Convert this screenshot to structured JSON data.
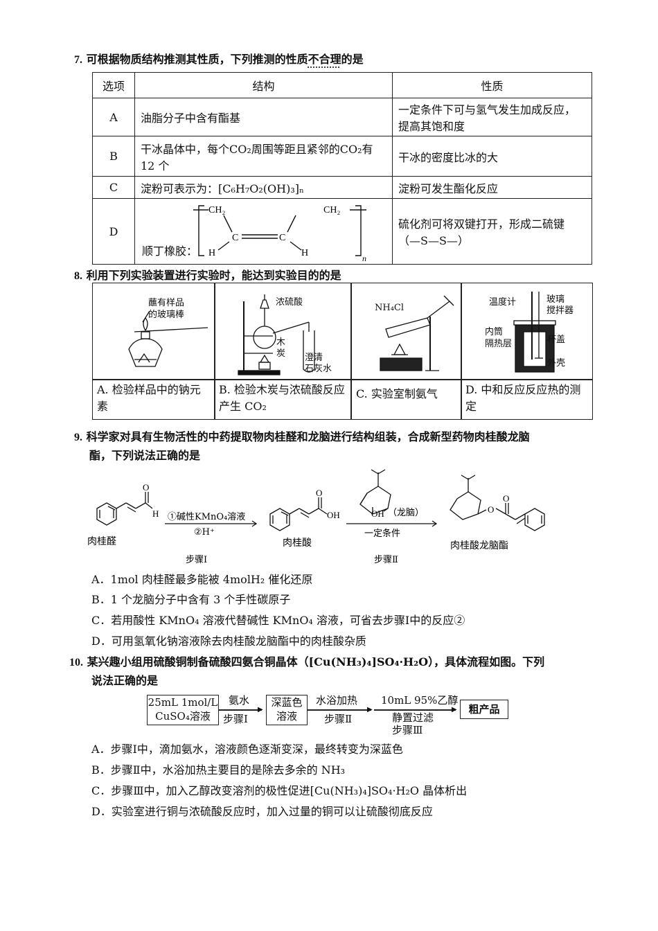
{
  "q7": {
    "num": "7.",
    "stem_a": "可根据物质结构推测其性质，下列推测的性质",
    "stem_emph": "不合理",
    "stem_b": "的是",
    "headers": [
      "选项",
      "结构",
      "性质"
    ],
    "rows": [
      {
        "opt": "A",
        "structure": "油脂分子中含有酯基",
        "property": "一定条件下可与氢气发生加成反应，提高其饱和度"
      },
      {
        "opt": "B",
        "structure": "干冰晶体中，每个CO₂周围等距且紧邻的CO₂有 12 个",
        "property": "干冰的密度比冰的大"
      },
      {
        "opt": "C",
        "structure": "淀粉可表示为：[C₆H₇O₂(OH)₃]ₙ",
        "property": "淀粉可发生酯化反应"
      },
      {
        "opt": "D",
        "structure": "顺丁橡胶：",
        "property": "硫化剂可将双键打开，形成二硫键（—S—S—）"
      }
    ],
    "d_formula": {
      "ch2_left": "CH₂",
      "ch2_right": "CH₂",
      "h_left": "H",
      "h_right": "H",
      "c": "C",
      "sub_n": "n"
    }
  },
  "q8": {
    "num": "8.",
    "stem": "利用下列实验装置进行实验时，能达到实验目的的是",
    "panels": [
      {
        "labels": [
          "蘸有样品",
          "的玻璃棒"
        ],
        "caption": "A. 检验样品中的钠元素"
      },
      {
        "labels": [
          "浓硫酸",
          "木",
          "炭",
          "澄清",
          "石灰水"
        ],
        "caption": "B. 检验木炭与浓硫酸反应产生 CO₂"
      },
      {
        "labels": [
          "NH₄Cl"
        ],
        "caption": "C. 实验室制氨气"
      },
      {
        "labels": [
          "温度计",
          "玻璃",
          "搅拌器",
          "内筒",
          "隔热层",
          "杯盖",
          "外壳"
        ],
        "caption": "D. 中和反应反应热的测定"
      }
    ]
  },
  "q9": {
    "num": "9.",
    "stem_1": "科学家对具有生物活性的中药提取物肉桂醛和龙脑进行结构组装，合成新型药物肉桂酸龙脑",
    "stem_2": "酯，下列说法正确的是",
    "scheme": {
      "cmpd1": "肉桂醛",
      "cmpd2": "肉桂酸",
      "cmpd3": "肉桂酸龙脑酯",
      "reagent1": "①碱性KMnO₄溶液",
      "reagent2": "②H⁺",
      "step1": "步骤Ⅰ",
      "step2": "步骤Ⅱ",
      "borneol": "（龙脑）",
      "condition": "一定条件",
      "atom_h": "H",
      "atom_o": "O",
      "atom_oh": "OH"
    },
    "options": [
      "A．1mol 肉桂醛最多能被 4molH₂ 催化还原",
      "B．1 个龙脑分子中含有 3 个手性碳原子",
      "C．若用酸性 KMnO₄ 溶液代替碱性 KMnO₄ 溶液，可省去步骤Ⅰ中的反应②",
      "D．可用氢氧化钠溶液除去肉桂酸龙脑酯中的肉桂酸杂质"
    ]
  },
  "q10": {
    "num": "10.",
    "stem_1": "某兴趣小组用硫酸铜制备硫酸四氨合铜晶体（[Cu(NH₃)₄]SO₄·H₂O），具体流程如图。下列",
    "stem_2": "说法正确的是",
    "flow": {
      "box1_a": "25mL 1mol/L",
      "box1_b": "CuSO₄溶液",
      "arrow1_top": "氨水",
      "arrow1_bot": "步骤Ⅰ",
      "box2_a": "深蓝色",
      "box2_b": "溶液",
      "arrow2_top": "水浴加热",
      "arrow2_bot": "步骤Ⅱ",
      "arrow3_top": "10mL 95%乙醇",
      "arrow3_bot": "静置过滤",
      "arrow3_bot2": "步骤Ⅲ",
      "box3": "粗产品"
    },
    "options": [
      "A．步骤Ⅰ中，滴加氨水，溶液颜色逐渐变深，最终转变为深蓝色",
      "B．步骤Ⅱ中，水浴加热主要目的是除去多余的 NH₃",
      "C．步骤Ⅲ中，加入乙醇改变溶剂的极性促进[Cu(NH₃)₄]SO₄·H₂O 晶体析出",
      "D．实验室进行铜与浓硫酸反应时，加入过量的铜可以让硫酸彻底反应"
    ]
  }
}
